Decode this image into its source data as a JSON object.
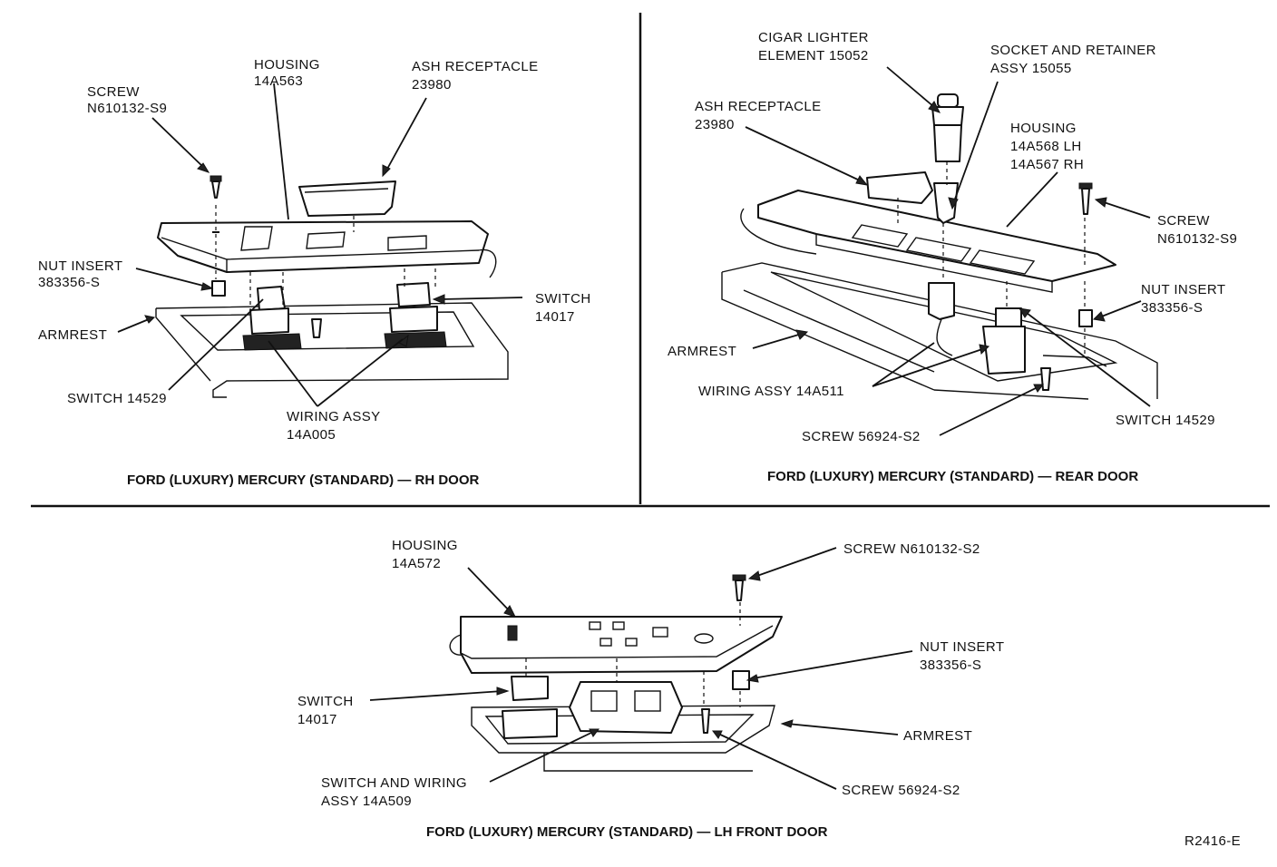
{
  "panels": {
    "rh_door": {
      "caption": "FORD (LUXURY) MERCURY (STANDARD) — RH DOOR",
      "screw": [
        "SCREW",
        "N610132-S9"
      ],
      "housing": [
        "HOUSING",
        "14A563"
      ],
      "ash_receptacle": [
        "ASH RECEPTACLE",
        "23980"
      ],
      "nut_insert": [
        "NUT INSERT",
        "383356-S"
      ],
      "switch_14017": [
        "SWITCH",
        "14017"
      ],
      "armrest": "ARMREST",
      "switch_14529": "SWITCH 14529",
      "wiring_assy": [
        "WIRING ASSY",
        "14A005"
      ]
    },
    "rear_door": {
      "caption": "FORD (LUXURY) MERCURY (STANDARD) — REAR DOOR",
      "cigar_lighter": [
        "CIGAR LIGHTER",
        "ELEMENT 15052"
      ],
      "socket_retainer": [
        "SOCKET AND RETAINER",
        "ASSY 15055"
      ],
      "ash_receptacle": [
        "ASH RECEPTACLE",
        "23980"
      ],
      "housing": [
        "HOUSING",
        "14A568 LH",
        "14A567 RH"
      ],
      "screw": [
        "SCREW",
        "N610132-S9"
      ],
      "nut_insert": [
        "NUT INSERT",
        "383356-S"
      ],
      "armrest": "ARMREST",
      "wiring_assy": "WIRING ASSY 14A511",
      "screw_56924": "SCREW 56924-S2",
      "switch_14529": "SWITCH 14529"
    },
    "lh_front_door": {
      "caption": "FORD (LUXURY) MERCURY (STANDARD) — LH FRONT DOOR",
      "housing": [
        "HOUSING",
        "14A572"
      ],
      "screw_top": "SCREW N610132-S2",
      "nut_insert": [
        "NUT INSERT",
        "383356-S"
      ],
      "switch_14017": [
        "SWITCH",
        "14017"
      ],
      "armrest": "ARMREST",
      "switch_wiring": [
        "SWITCH AND WIRING",
        "ASSY 14A509"
      ],
      "screw_bottom": "SCREW 56924-S2"
    }
  },
  "figure_id": "R2416-E"
}
